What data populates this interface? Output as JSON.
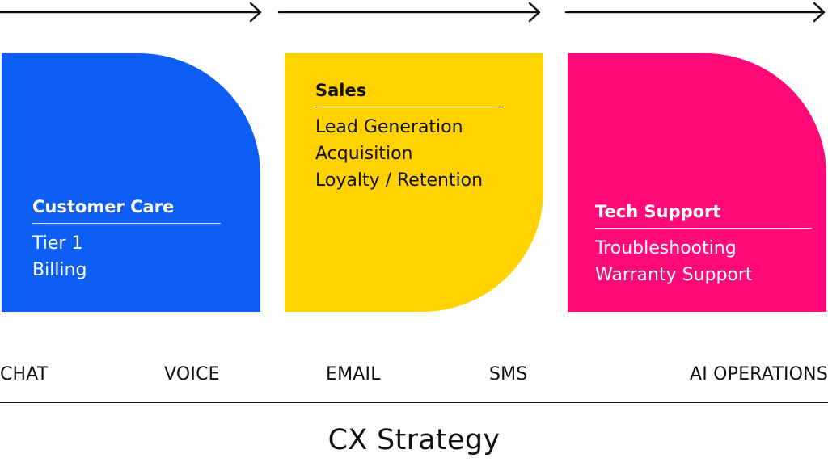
{
  "colors": {
    "blue": "#0D5EF5",
    "yellow": "#FFD200",
    "pink": "#FF0A78",
    "ink": "#111111"
  },
  "stages": [
    {
      "title": "Customer Care",
      "items": [
        "Tier 1",
        "Billing"
      ]
    },
    {
      "title": "Sales",
      "items": [
        "Lead Generation",
        "Acquisition",
        "Loyalty / Retention"
      ]
    },
    {
      "title": "Tech Support",
      "items": [
        "Troubleshooting",
        "Warranty Support"
      ]
    }
  ],
  "channels": [
    "CHAT",
    "VOICE",
    "EMAIL",
    "SMS",
    "AI OPERATIONS"
  ],
  "footer": {
    "title": "CX Strategy"
  }
}
